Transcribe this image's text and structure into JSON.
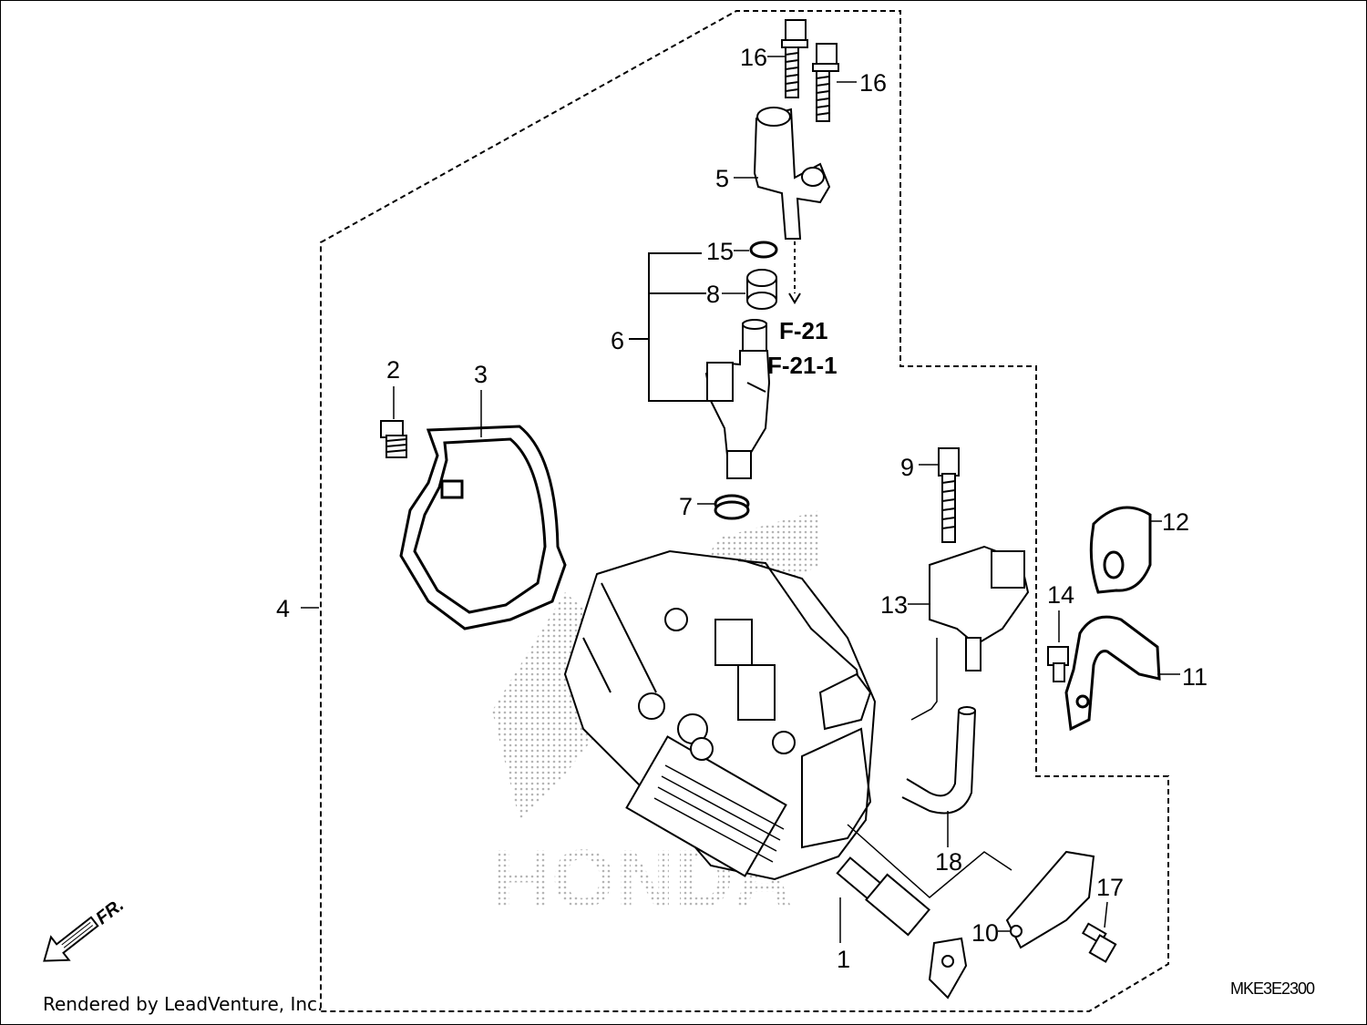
{
  "diagram": {
    "part_numbers": [
      "1",
      "2",
      "3",
      "4",
      "5",
      "6",
      "7",
      "8",
      "9",
      "10",
      "11",
      "12",
      "13",
      "14",
      "15",
      "16",
      "16",
      "17",
      "18"
    ],
    "references": [
      "F-21",
      "F-21-1"
    ],
    "direction_label": "FR.",
    "watermark": "HONDA",
    "diagram_code": "MKE3E2300",
    "credit": "Rendered by LeadVenture, Inc."
  }
}
